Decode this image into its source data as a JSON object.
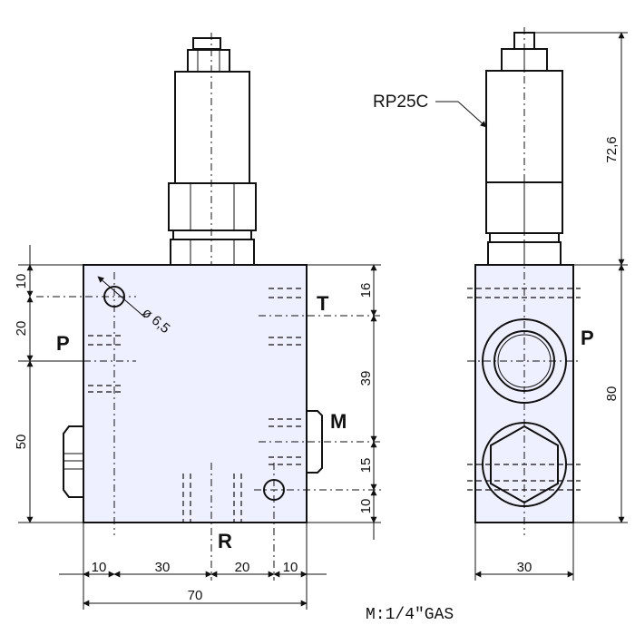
{
  "front_view": {
    "port_p": "P",
    "port_t": "T",
    "port_m": "M",
    "port_r": "R",
    "hole_dia": "ø 6,5",
    "dims_left": [
      "10",
      "20",
      "50"
    ],
    "dims_right": [
      "16",
      "39",
      "15",
      "10"
    ],
    "dims_bottom": [
      "10",
      "30",
      "20",
      "10"
    ],
    "dim_total_width": "70"
  },
  "side_view": {
    "model": "RP25C",
    "port_p": "P",
    "dim_height_cartridge": "72,6",
    "dim_height_body": "80",
    "dim_width": "30"
  },
  "note": {
    "thread": "M:1/4\"GAS"
  }
}
